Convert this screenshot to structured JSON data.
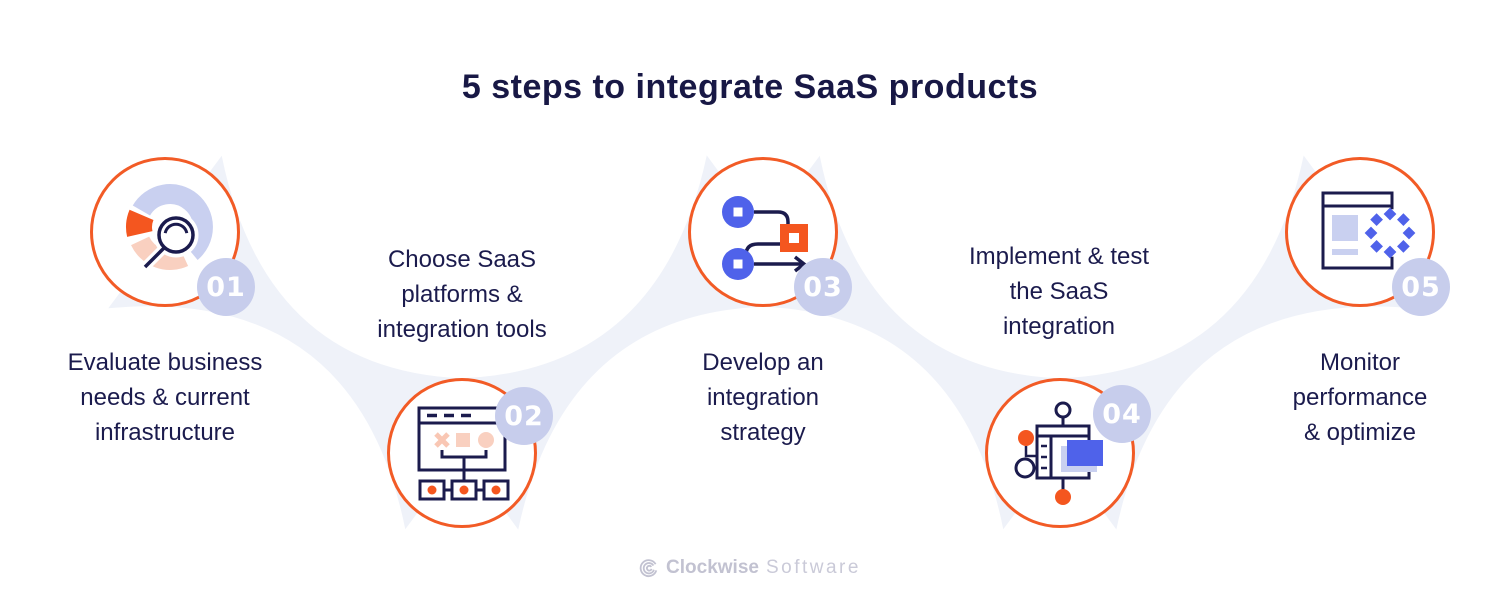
{
  "title": "5 steps to integrate SaaS products",
  "steps": [
    {
      "number": "01",
      "label": "Evaluate business\nneeds & current\ninfrastructure",
      "icon": "analysis-magnifier-icon"
    },
    {
      "number": "02",
      "label": "Choose SaaS\nplatforms &\nintegration tools",
      "icon": "sitemap-window-icon"
    },
    {
      "number": "03",
      "label": "Develop an\nintegration\nstrategy",
      "icon": "integration-flow-icon"
    },
    {
      "number": "04",
      "label": "Implement & test\nthe SaaS\nintegration",
      "icon": "implementation-board-icon"
    },
    {
      "number": "05",
      "label": "Monitor\nperformance\n& optimize",
      "icon": "monitoring-loader-icon"
    }
  ],
  "footer": {
    "brand_bold": "Clockwise",
    "brand_light": "Software",
    "icon": "clockwise-swirl-icon"
  },
  "colors": {
    "navy": "#1b1b4d",
    "title_navy": "#181845",
    "ring_orange": "#f25b26",
    "orange_fill": "#f4561f",
    "blue": "#4f62ea",
    "badge_lavender": "#c7cdec",
    "icon_lavender": "#c9d0f0",
    "icon_pink": "#f9d0c0",
    "ribbon": "#eff2f9",
    "footer_gray": "#c6c6d4"
  }
}
